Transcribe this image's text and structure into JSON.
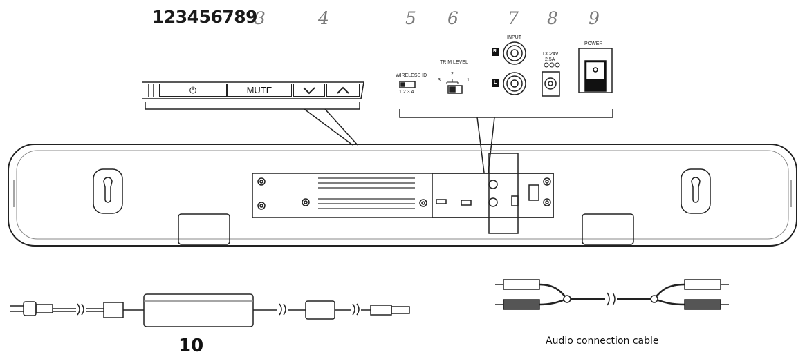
{
  "header_text": "123456789",
  "callouts": [
    "3",
    "4",
    "5",
    "6",
    "7",
    "8",
    "9"
  ],
  "buttons": {
    "power_icon": "power-icon",
    "mute_label": "MUTE",
    "down_icon": "chevron-down-icon",
    "up_icon": "chevron-up-icon"
  },
  "panel_labels": {
    "wireless_id": "WIRELESS ID",
    "wireless_numbers": "1 2 3 4",
    "trim_level": "TRIM LEVEL",
    "trim_3": "3",
    "trim_2": "2",
    "trim_1": "1",
    "input": "INPUT",
    "input_r": "R",
    "input_l": "L",
    "dc": "DC24V",
    "dc_amp": "2.5A",
    "power": "POWER"
  },
  "accessory_number": "10",
  "cable_caption": "Audio connection cable"
}
